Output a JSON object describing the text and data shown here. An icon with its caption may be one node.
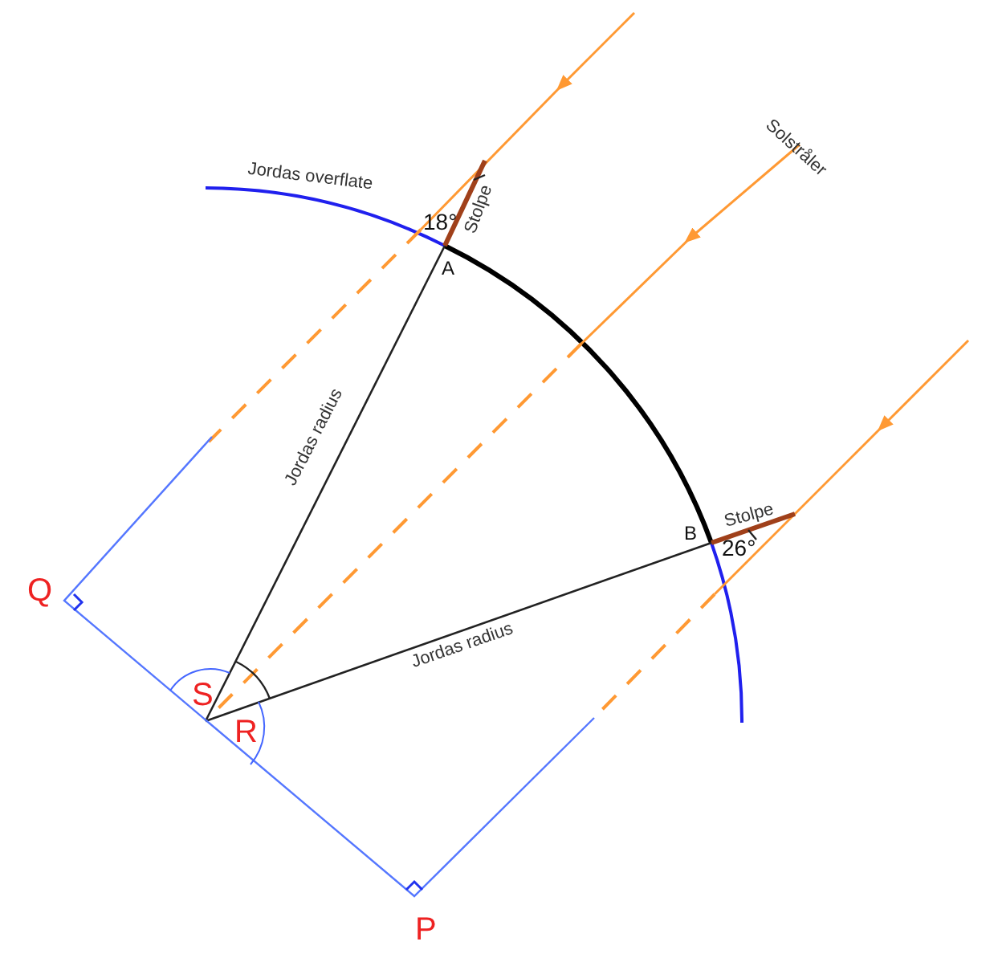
{
  "diagram": {
    "labels": [
      "Solstråler",
      "Jordas overflate",
      "18°",
      "Stolpe",
      "A",
      "Jordas radius",
      "B",
      "Stolpe",
      "26°",
      "Q",
      "Jordas radius",
      "S",
      "R",
      "P"
    ]
  }
}
